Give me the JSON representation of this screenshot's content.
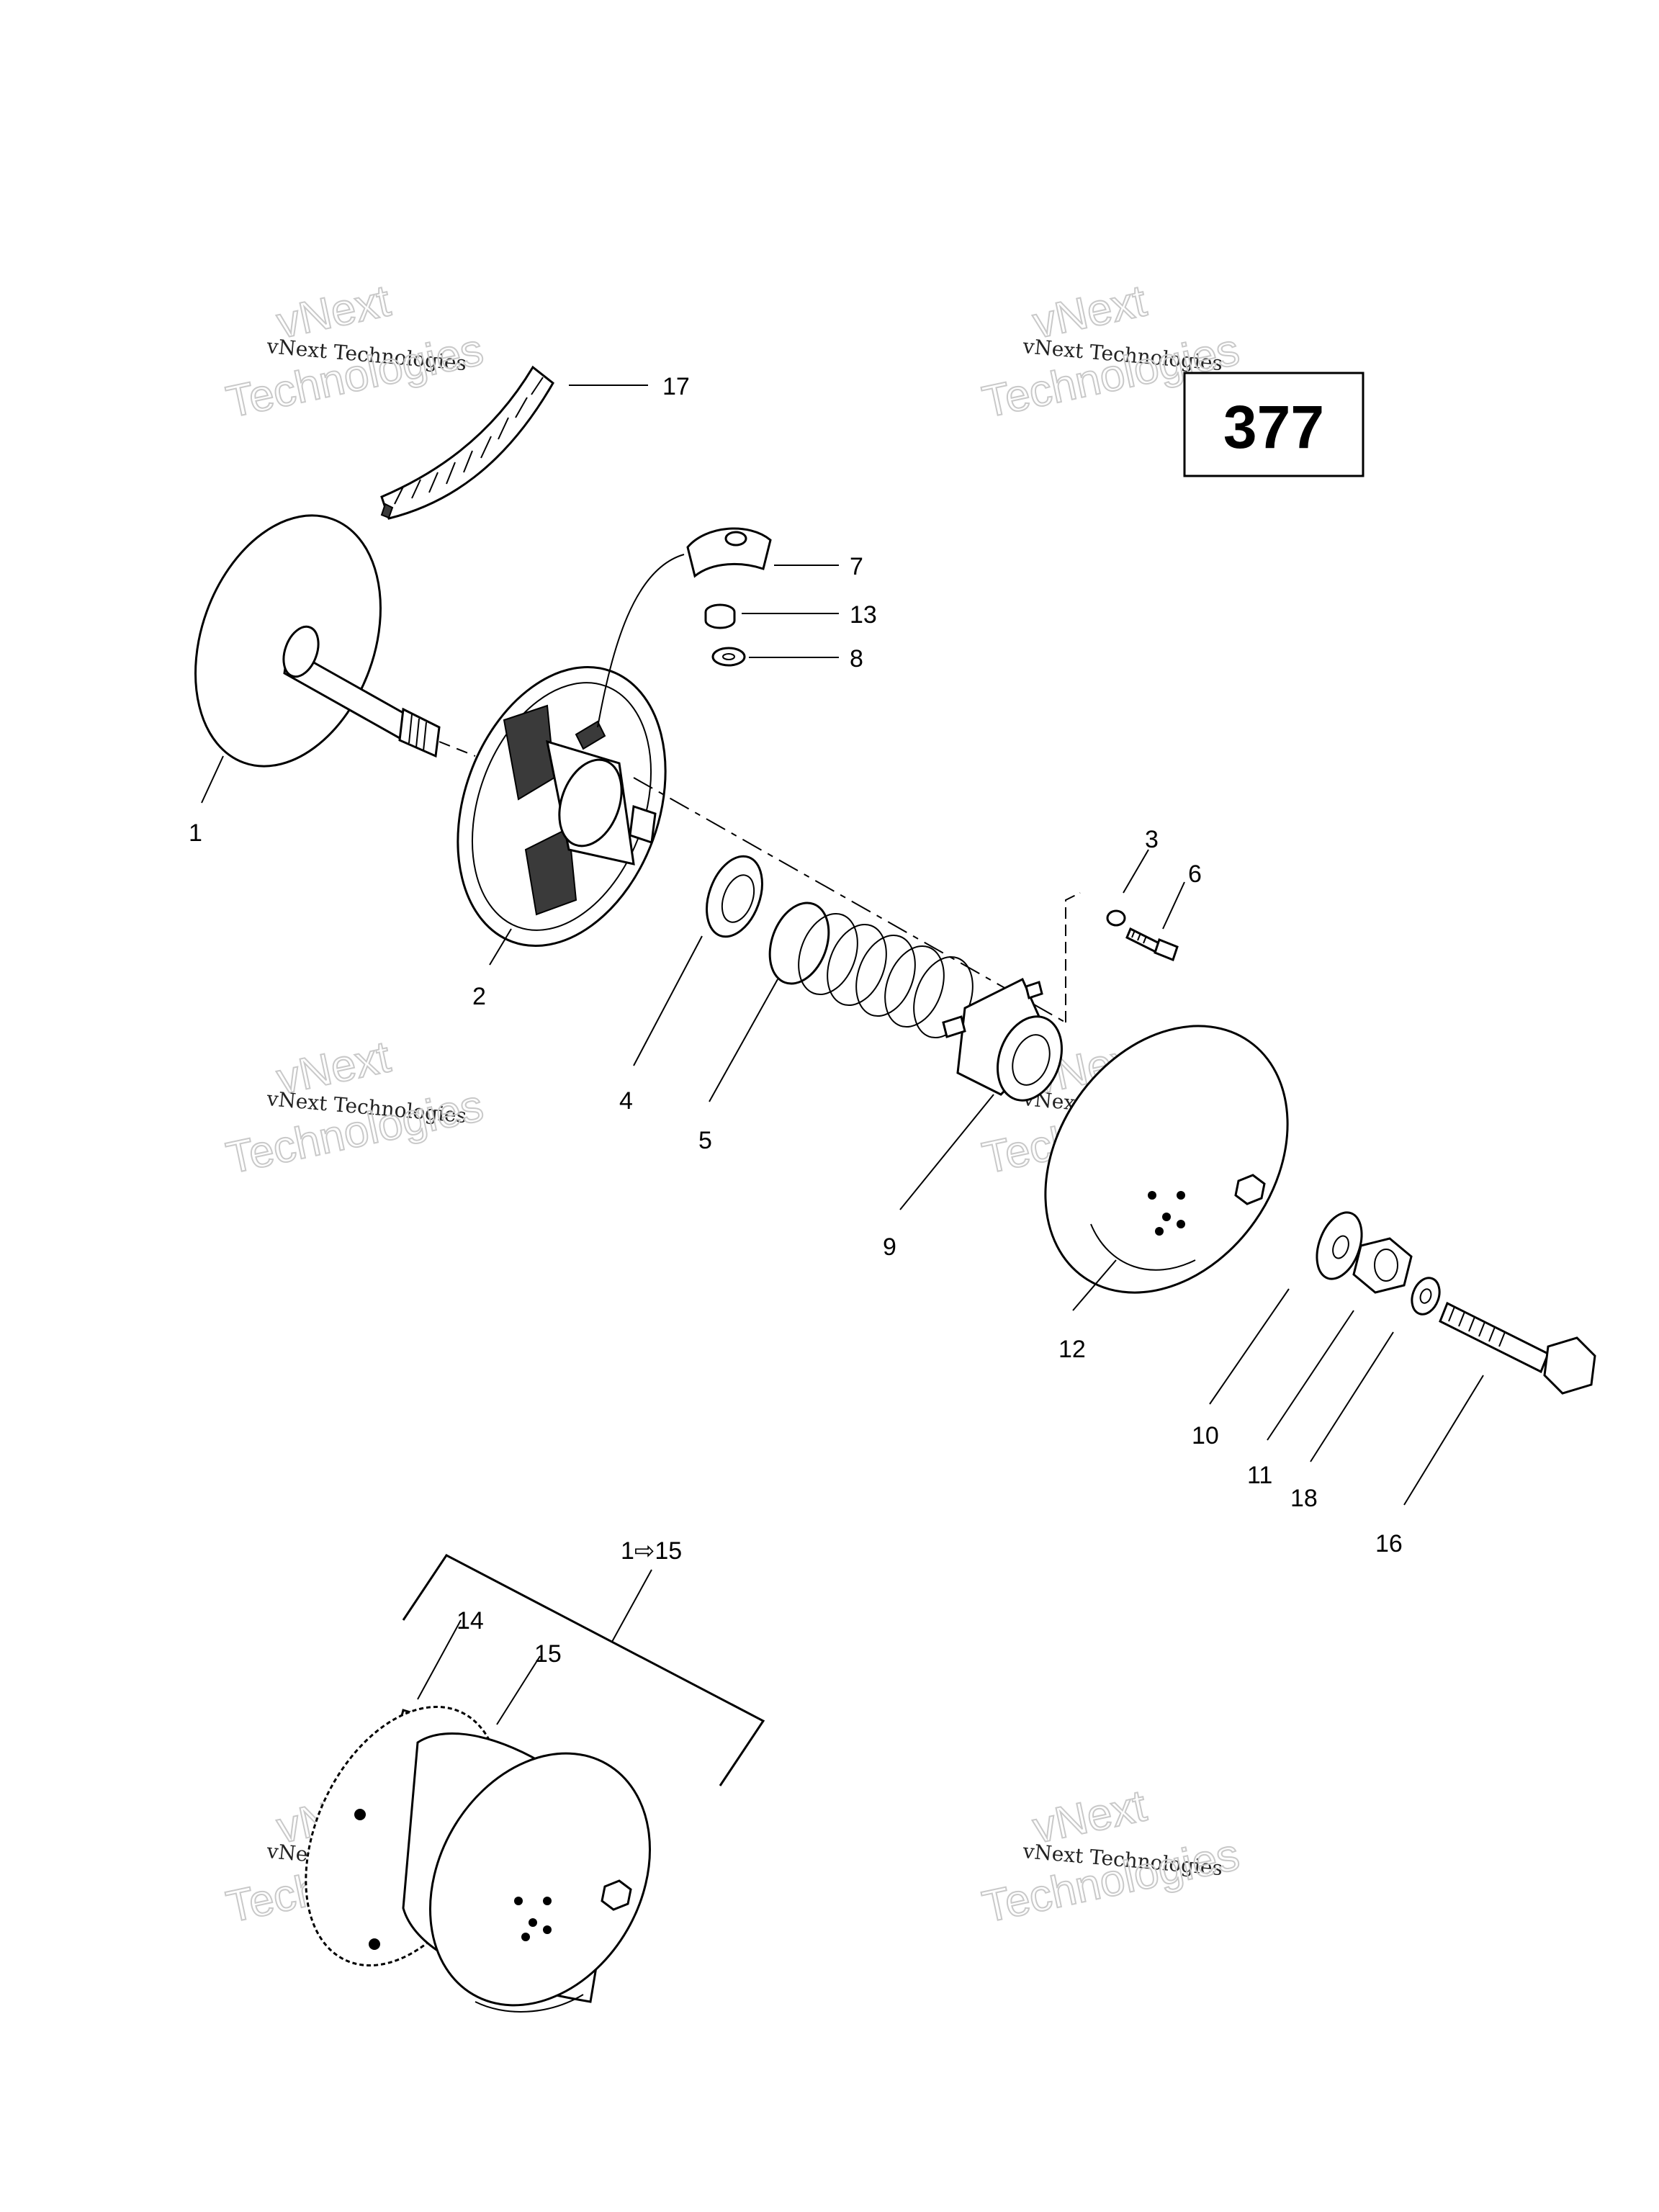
{
  "page_number": "377",
  "watermark": {
    "line1": "vNext",
    "line2": "vNext Technologies",
    "line3": "Technologies"
  },
  "callouts": {
    "c1": "1",
    "c2": "2",
    "c3": "3",
    "c4": "4",
    "c5": "5",
    "c6": "6",
    "c7": "7",
    "c8": "8",
    "c9": "9",
    "c10": "10",
    "c11": "11",
    "c12": "12",
    "c13": "13",
    "c14": "14",
    "c15": "15",
    "c16": "16",
    "c17": "17",
    "c18": "18",
    "assembly": "1⇨15"
  }
}
